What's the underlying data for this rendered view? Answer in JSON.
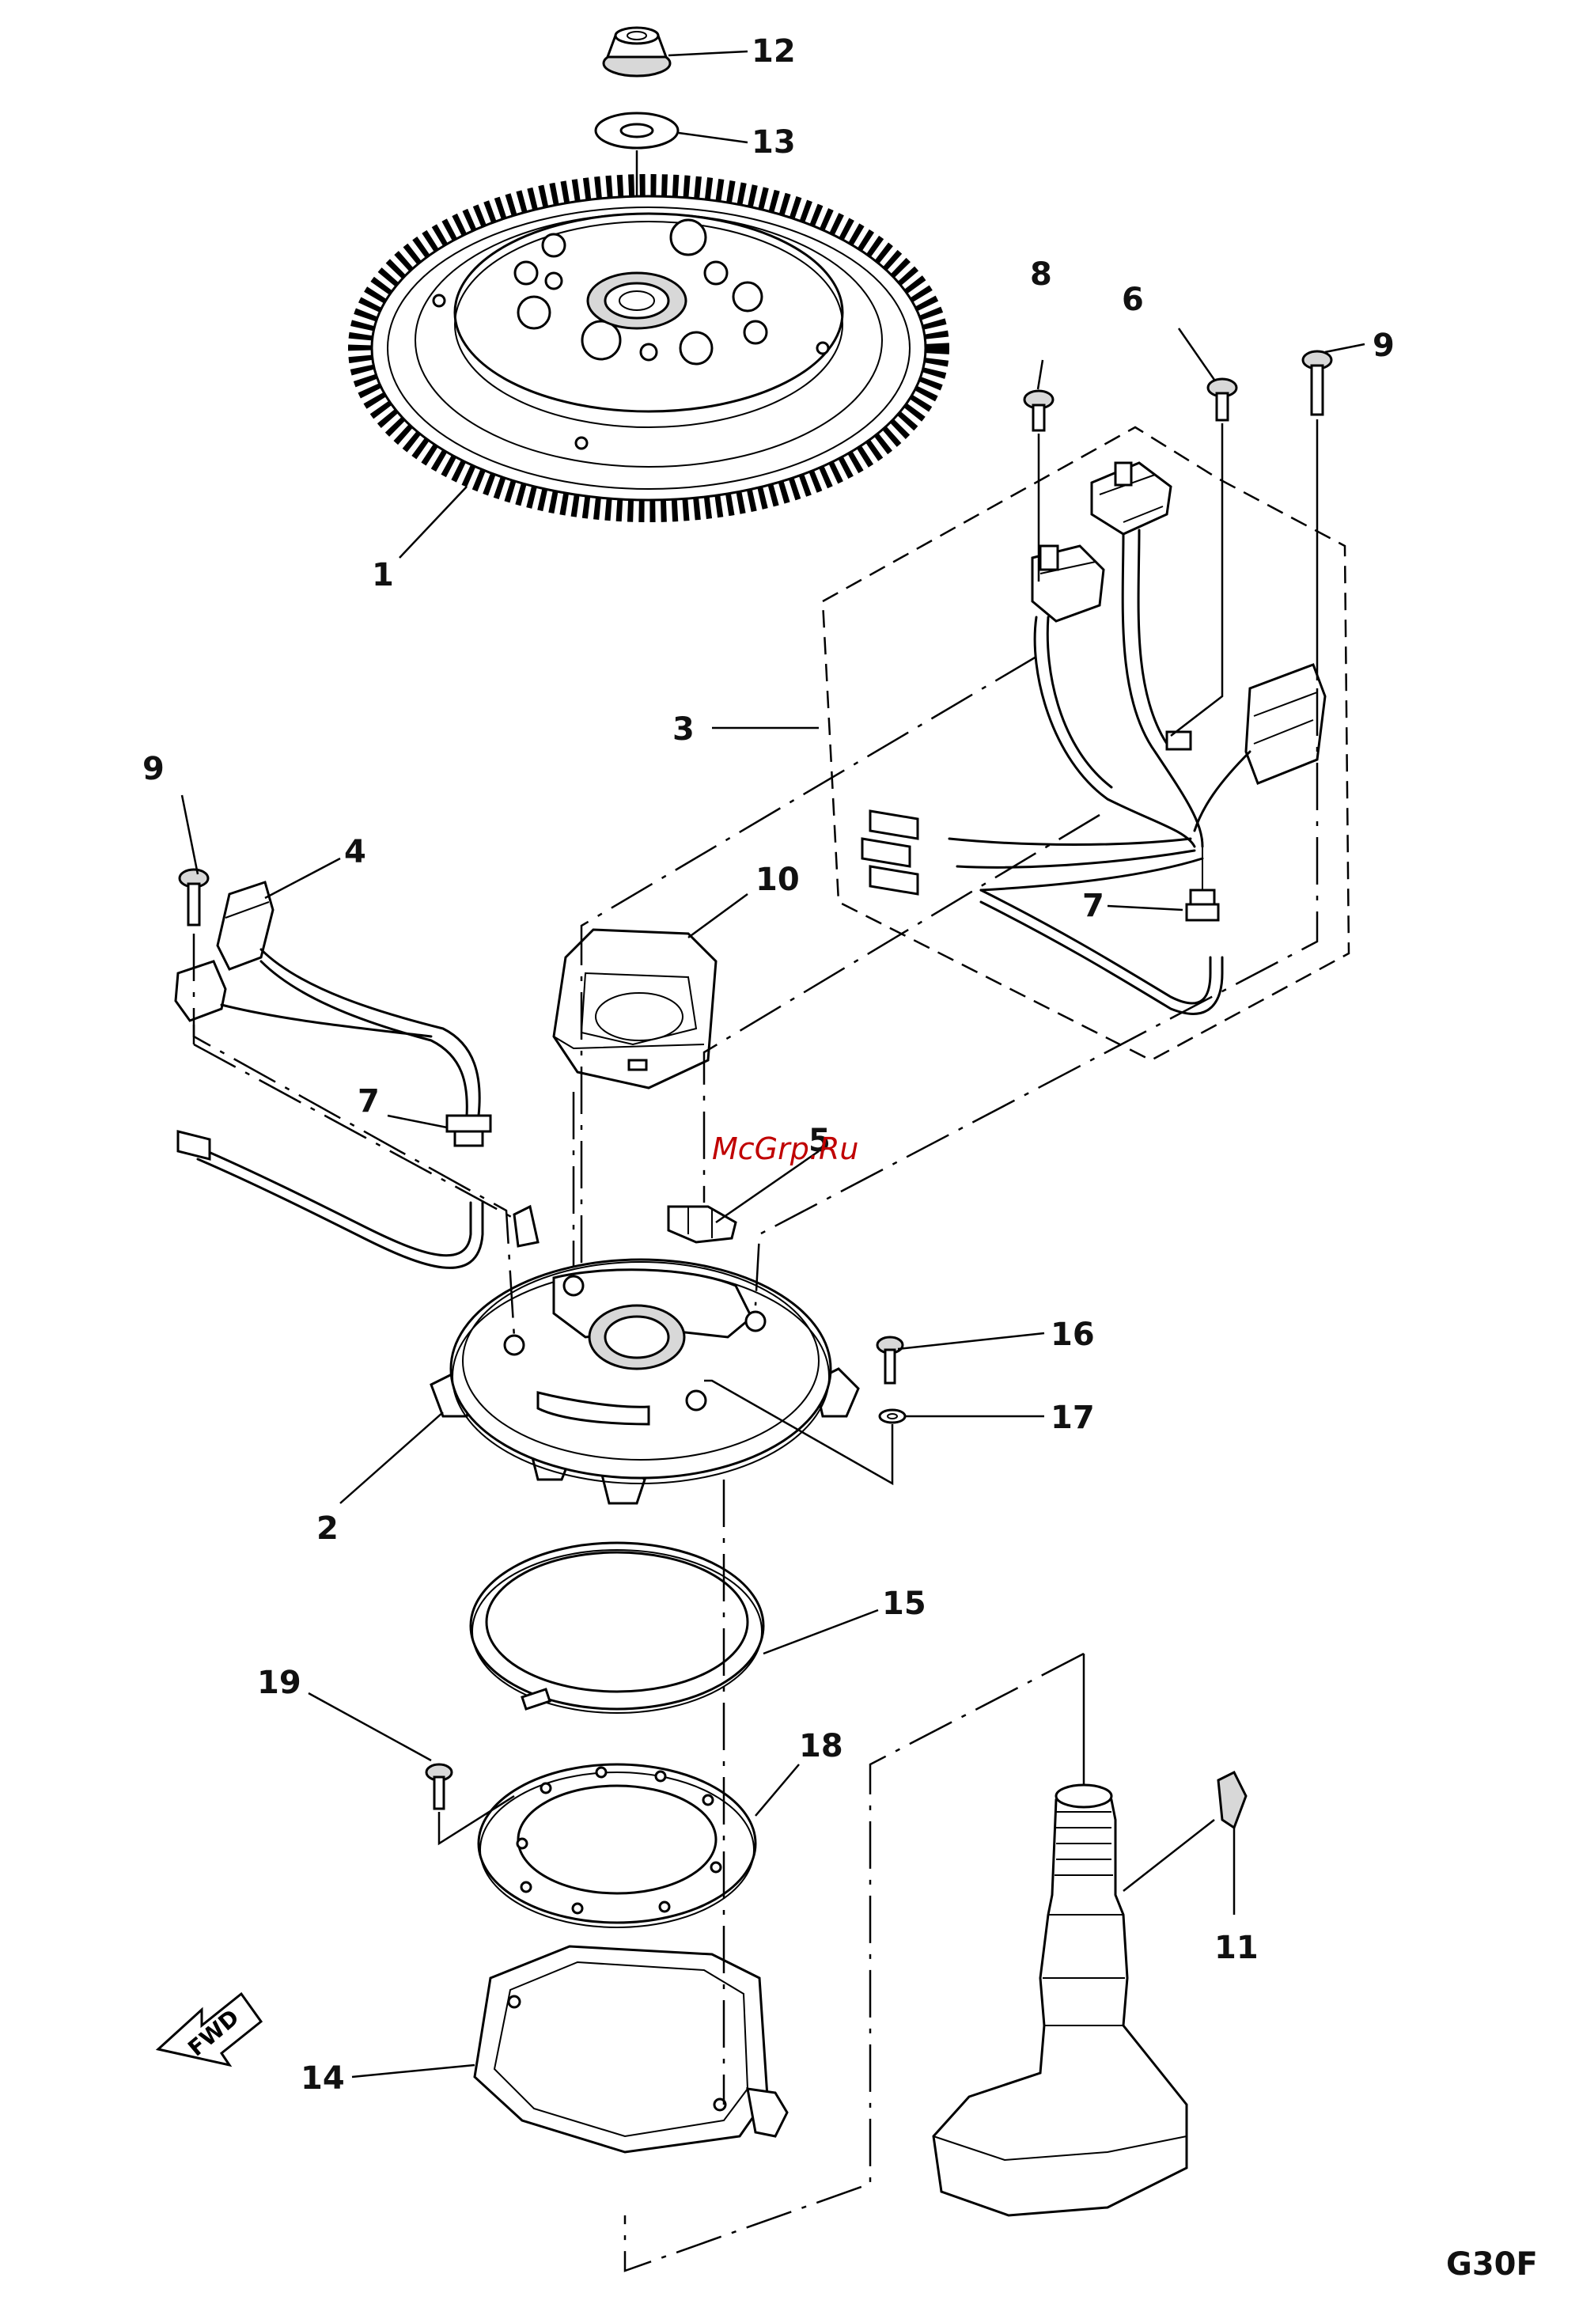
{
  "watermark": "McGrp.Ru",
  "diagram_code": "G30F",
  "direction_label": "FWD",
  "callouts": [
    "1",
    "2",
    "3",
    "4",
    "5",
    "6",
    "7",
    "7",
    "8",
    "9",
    "9",
    "10",
    "11",
    "12",
    "13",
    "14",
    "15",
    "16",
    "17",
    "18",
    "19"
  ]
}
